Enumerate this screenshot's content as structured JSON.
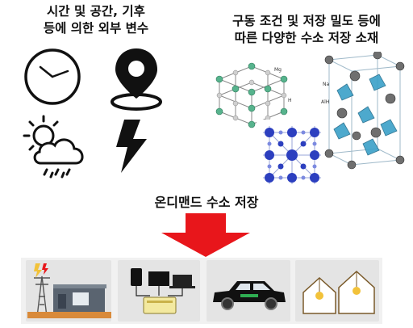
{
  "left_heading": {
    "line1": "시간 및 공간, 기후",
    "line2": "등에 의한 외부 변수"
  },
  "right_heading": {
    "line1": "구동 조건 및 저장 밀도 등에",
    "line2": "따른 다양한 수소 저장 소재"
  },
  "center_label": "온디맨드 수소 저장",
  "crystal_labels": {
    "mg": "Mg",
    "h": "H",
    "na": "Na",
    "alh": "AlH"
  },
  "icons": [
    "clock-icon",
    "location-pin-icon",
    "sun-cloud-rain-icon",
    "lightning-bolt-icon",
    "down-arrow-icon"
  ],
  "applications": [
    "power-grid",
    "portable-power",
    "vehicle",
    "houses"
  ],
  "colors": {
    "arrow": "#e8161b",
    "mg_atom": "#57b38d",
    "h_atom": "#c8c8c8",
    "na_atom": "#7a7a7a",
    "alh_polyhedron": "#3aa0c8",
    "mof_blue": "#2c3fbf",
    "house_light": "#f2c23a"
  }
}
